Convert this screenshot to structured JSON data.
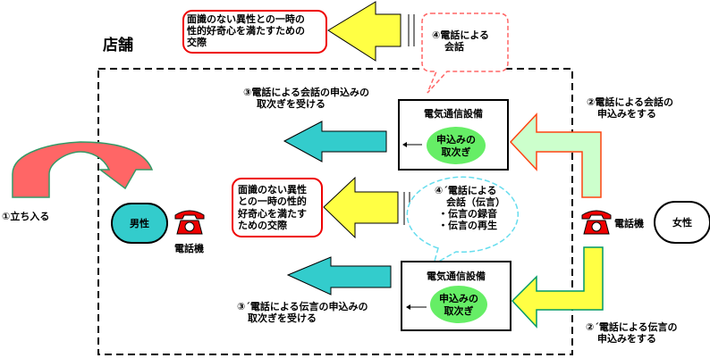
{
  "store_label": "店舗",
  "step1": "①立ち入る",
  "man": {
    "label": "男性",
    "phone_label": "電話機"
  },
  "woman": {
    "label": "女性",
    "phone_label": "電話機"
  },
  "purpose_top": [
    "面識のない異性との一時の",
    "性的好奇心を満たすための",
    "交際"
  ],
  "purpose_bottom": [
    "面識のない異性",
    "との一時の性的",
    "好奇心を満たす",
    "ための交際"
  ],
  "bubble_conversation": [
    "④電話による",
    "会話"
  ],
  "bubble_message": [
    "④´電話による",
    "会話（伝言）",
    "・伝言の録音",
    "・伝言の再生"
  ],
  "step3": [
    "③電話による会話の申込みの",
    "取次ぎを受ける"
  ],
  "step3b": [
    "③´電話による伝言の申込みの",
    "取次ぎを受ける"
  ],
  "step2": [
    "②電話による会話の",
    "申込みをする"
  ],
  "step2b": [
    "②´電話による伝言の",
    "申込みをする"
  ],
  "facility_top": {
    "title": "電気通信設備",
    "inner": [
      "申込みの",
      "取次ぎ"
    ]
  },
  "facility_bottom": {
    "title": "電気通信設備",
    "inner": [
      "申込みの",
      "取次ぎ"
    ]
  },
  "colors": {
    "yellow": "#ffff44",
    "teal": "#33cccc",
    "light_green": "#ccffcc",
    "green": "#66ee66",
    "red": "#ff0000",
    "salmon": "#ff6666"
  }
}
